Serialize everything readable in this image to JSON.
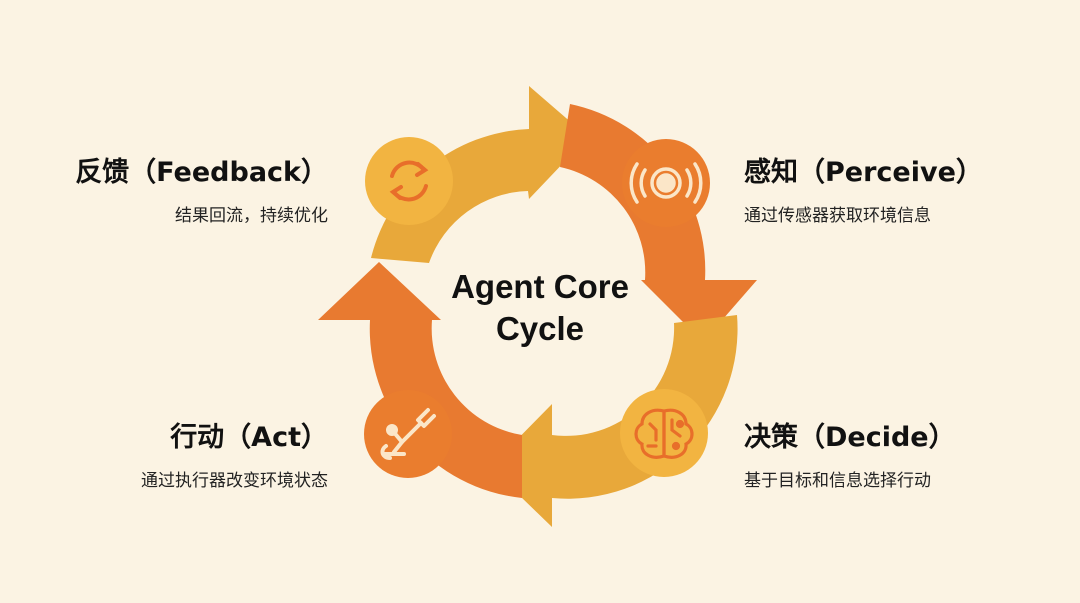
{
  "center": {
    "line1": "Agent Core",
    "line2": "Cycle"
  },
  "stages": {
    "feedback": {
      "title": "反馈（Feedback）",
      "desc": "结果回流，持续优化",
      "icon": "refresh-icon"
    },
    "perceive": {
      "title": "感知（Perceive）",
      "desc": "通过传感器获取环境信息",
      "icon": "sensor-icon"
    },
    "decide": {
      "title": "决策（Decide）",
      "desc": "基于目标和信息选择行动",
      "icon": "brain-icon"
    },
    "act": {
      "title": "行动（Act）",
      "desc": "通过执行器改变环境状态",
      "icon": "robot-arm-icon"
    }
  },
  "colors": {
    "background": "#fbf3e3",
    "yellow_segment": "#e8a83a",
    "orange_segment": "#e87a30",
    "yellow_icon_bg": "#f2b441",
    "orange_icon_bg": "#ea7d2e",
    "icon_stroke_on_yellow": "#e86e2a",
    "icon_stroke_on_orange": "#fbe6c8"
  }
}
